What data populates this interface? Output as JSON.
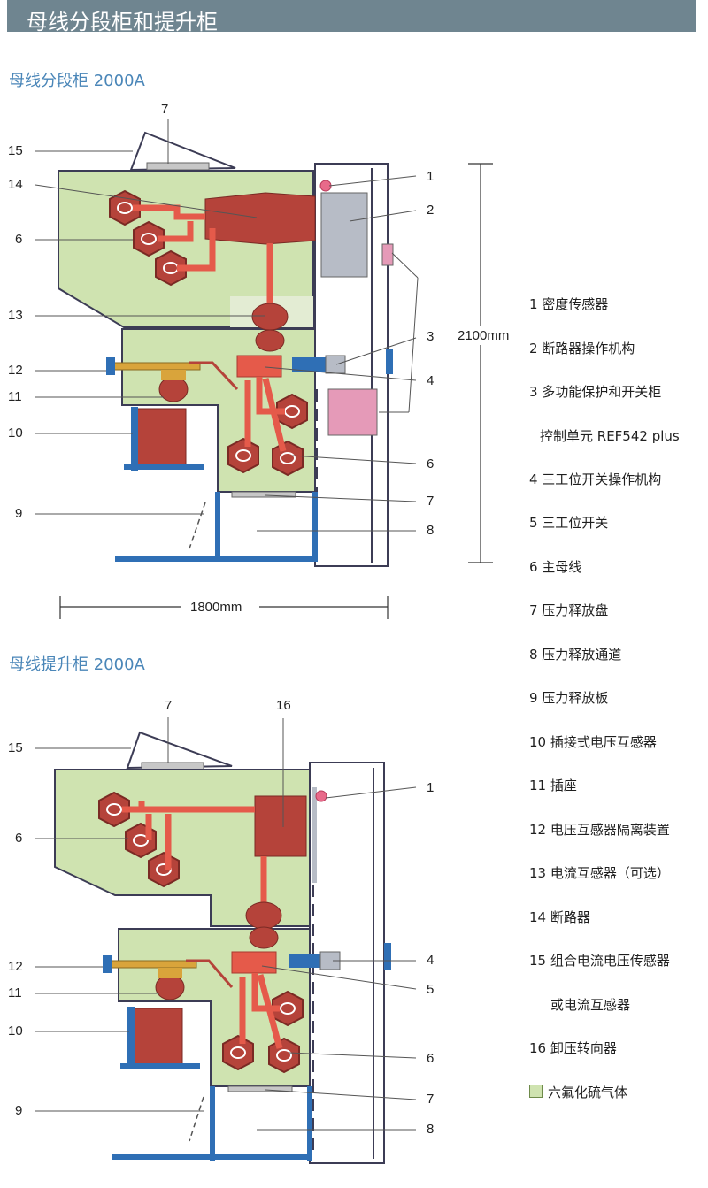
{
  "header": {
    "title": "母线分段柜和提升柜"
  },
  "section1": {
    "title": "母线分段柜 2000A",
    "callouts": {
      "c7": "7",
      "c15": "15",
      "c14": "14",
      "c6": "6",
      "c13": "13",
      "c12": "12",
      "c11": "11",
      "c10": "10",
      "c9": "9",
      "c1": "1",
      "c2": "2",
      "c3": "3",
      "c4": "4",
      "c6r": "6",
      "c7r": "7",
      "c8": "8"
    },
    "height_label": "2100mm",
    "width_label": "1800mm"
  },
  "section2": {
    "title": "母线提升柜 2000A",
    "callouts": {
      "c7": "7",
      "c16": "16",
      "c15": "15",
      "c6": "6",
      "c12": "12",
      "c11": "11",
      "c10": "10",
      "c9": "9",
      "c1": "1",
      "c4": "4",
      "c5": "5",
      "c6r": "6",
      "c7r": "7",
      "c8": "8"
    }
  },
  "legend": {
    "items": [
      "1 密度传感器",
      "2 断路器操作机构",
      "3 多功能保护和开关柜",
      "控制单元 REF542 plus",
      "4 三工位开关操作机构",
      "5 三工位开关",
      "6 主母线",
      "7 压力释放盘",
      "8 压力释放通道",
      "9 压力释放板",
      "10 插接式电压互感器",
      "11 插座",
      "12 电压互感器隔离装置",
      "13 电流互感器（可选）",
      "14 断路器",
      "15 组合电流电压传感器",
      "或电流互感器",
      "16 卸压转向器"
    ],
    "sf6_label": "六氟化硫气体"
  },
  "colors": {
    "header_bg": "#6f8590",
    "section_title": "#4a86b8",
    "gas": "#cfe3b0",
    "busbar": "#e55a4a",
    "component": "#b5433a",
    "frame": "#2f6fb5",
    "mechanism": "#b7bcc6",
    "relay": "#e59ab8"
  }
}
